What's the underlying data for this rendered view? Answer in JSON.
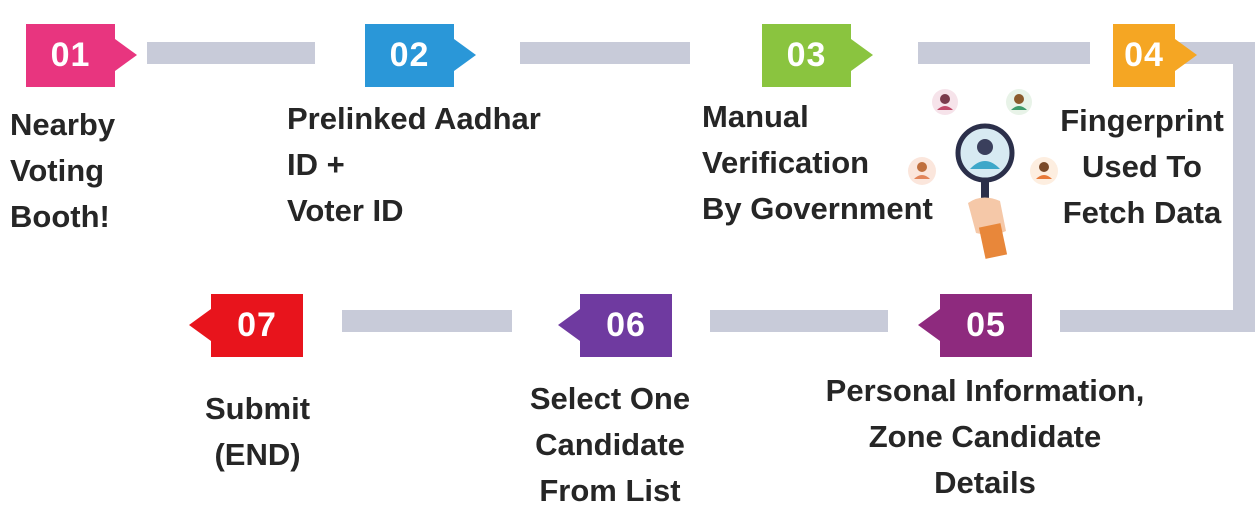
{
  "steps": [
    {
      "number": "01",
      "lines": [
        "Nearby",
        "Voting",
        "Booth!"
      ],
      "color": "#e8357f"
    },
    {
      "number": "02",
      "lines": [
        "Prelinked Aadhar",
        "ID +",
        "Voter ID"
      ],
      "color": "#2a97d8"
    },
    {
      "number": "03",
      "lines": [
        "Manual",
        "Verification",
        "By Government"
      ],
      "color": "#8ac43f"
    },
    {
      "number": "04",
      "lines": [
        "Fingerprint",
        "Used To",
        "Fetch Data"
      ],
      "color": "#f5a623"
    },
    {
      "number": "05",
      "lines": [
        "Personal Information,",
        "Zone Candidate",
        "Details"
      ],
      "color": "#8e2a7e"
    },
    {
      "number": "06",
      "lines": [
        "Select One",
        "Candidate",
        "From List"
      ],
      "color": "#6f3aa0"
    },
    {
      "number": "07",
      "lines": [
        "Submit",
        "(END)"
      ],
      "color": "#e8141c"
    }
  ],
  "colors": {
    "connector": "#c8cbd9",
    "text": "#262626"
  },
  "illustration_icon": "verification-magnifier-people-icon"
}
